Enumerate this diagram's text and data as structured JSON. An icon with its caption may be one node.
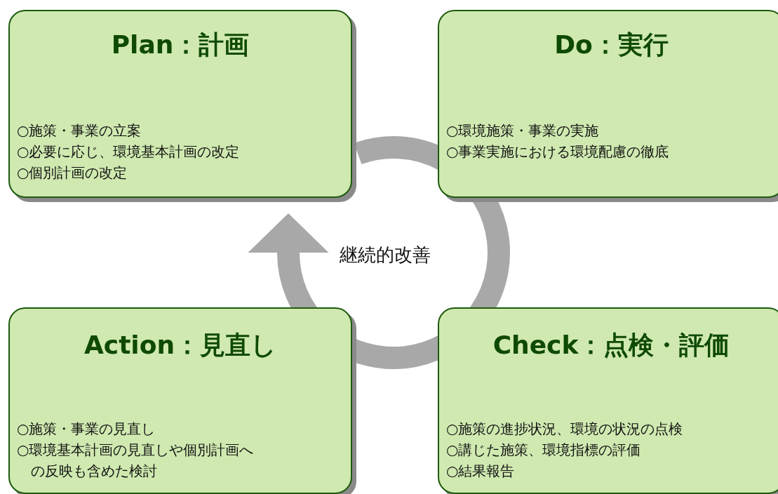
{
  "diagram": {
    "nodes": [
      {
        "text": [
          "Plan：計画",
          "○施策・事業の立案",
          "○必要に応じ、環境基本計画の改定",
          "○個別計画の改定"
        ]
      },
      {
        "text": [
          "Do：実行",
          "○環境施策・事業の実施",
          "○事業実施における環境配慮の徹底"
        ]
      },
      {
        "text": [
          "Action：見直し",
          "○施策・事業の見直し",
          "○環境基本計画の見直しや個別計画への反映も含めた検討"
        ]
      },
      {
        "text": [
          "Check：点検・評価",
          "○施策の進捗状況、環境の状況の点検",
          "○講じた施策、環境指標の評価",
          "○結果報告"
        ]
      }
    ],
    "labels": [
      "継続的改善"
    ]
  }
}
